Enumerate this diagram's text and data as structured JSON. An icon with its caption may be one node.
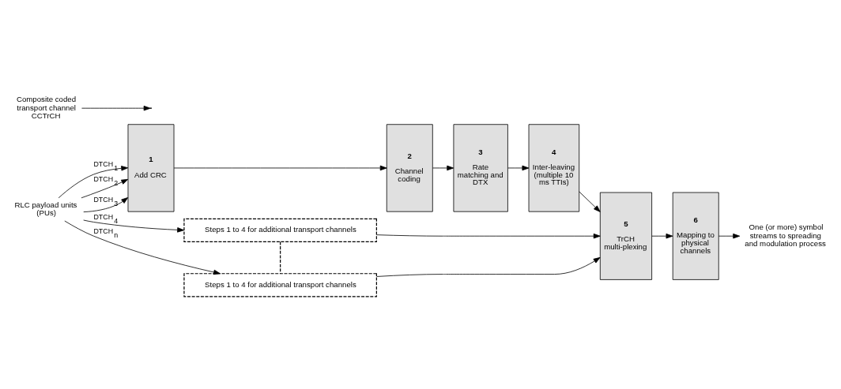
{
  "diagram": {
    "nodes": [
      {
        "text": [
          "RLC payload units (PUs)"
        ]
      },
      {
        "text": [
          "1",
          "Add CRC"
        ]
      },
      {
        "text": [
          "2",
          "Channel coding"
        ]
      },
      {
        "text": [
          "3",
          "Rate matching and DTX"
        ]
      },
      {
        "text": [
          "4",
          "Inter-leaving (multiple 10 ms TTIs)"
        ]
      },
      {
        "text": [
          "5",
          "TrCH multi-plexing"
        ]
      },
      {
        "text": [
          "6",
          "Mapping to physical channels"
        ]
      },
      {
        "text": [
          "One (or more) symbol streams to spreading and modulation process"
        ]
      },
      {
        "text": [
          "Steps 1 to 4 for additional transport channels"
        ]
      },
      {
        "text": [
          "Steps 1 to 4 for additional transport channels"
        ]
      },
      {
        "text": [
          "Composite coded transport channel CCTrCH"
        ]
      }
    ],
    "edges": [
      {
        "from": 0,
        "to": 1,
        "arrow": "to",
        "label": "DTCH$_{1}$"
      },
      {
        "from": 0,
        "to": 1,
        "arrow": "to",
        "label": "DTCH$_{2}$"
      },
      {
        "from": 0,
        "to": 1,
        "arrow": "to",
        "label": "DTCH$_{3}$"
      },
      {
        "from": 0,
        "to": 8,
        "arrow": "to",
        "label": "DTCH$_{4}$"
      },
      {
        "from": 0,
        "to": 9,
        "arrow": "to",
        "label": "DTCH$_{n}$"
      },
      {
        "from": 1,
        "to": 2,
        "arrow": "to"
      },
      {
        "from": 2,
        "to": 3,
        "arrow": "to"
      },
      {
        "from": 3,
        "to": 4,
        "arrow": "to"
      },
      {
        "from": 4,
        "to": 5,
        "arrow": "to"
      },
      {
        "from": 5,
        "to": 6,
        "arrow": "to"
      },
      {
        "from": 6,
        "to": 7,
        "arrow": "to"
      },
      {
        "from": 8,
        "to": 5,
        "arrow": "to"
      },
      {
        "from": 9,
        "to": 5,
        "arrow": "to"
      },
      {
        "from": 8,
        "to": 9,
        "arrow": "none",
        "style": "dashed"
      },
      {
        "from": 10,
        "to": null,
        "arrow": "to"
      }
    ]
  }
}
